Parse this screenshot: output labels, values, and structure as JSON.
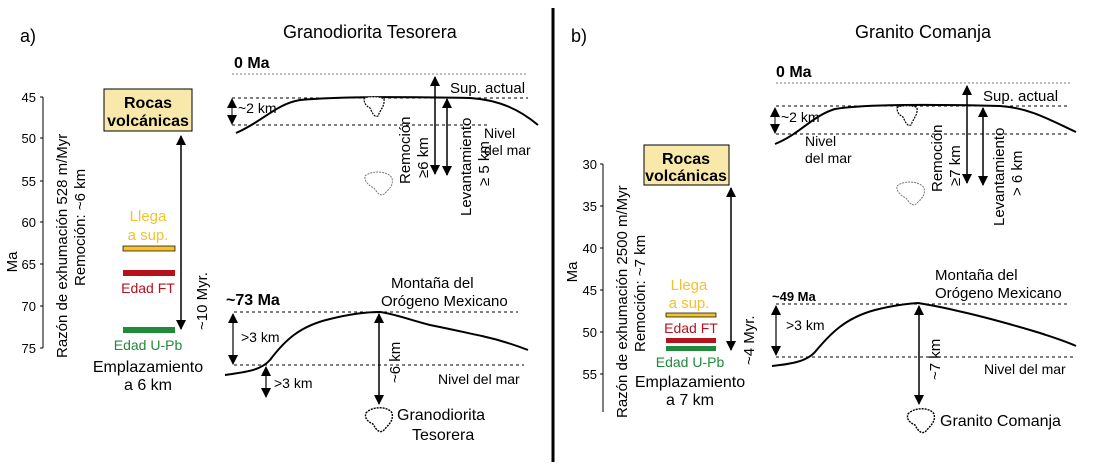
{
  "panels": [
    {
      "letter": "a)",
      "title": "Granodiorita Tesorera",
      "axis_label": "Ma",
      "ticks": [
        "45",
        "50",
        "55",
        "60",
        "65",
        "70",
        "75"
      ],
      "rate_line1": "Razón de exhumación  528 m/Myr",
      "rate_line2": "Remoción: ~6 km",
      "volc_line1": "Rocas",
      "volc_line2": "volcánicas",
      "arrives_line1": "Llega",
      "arrives_line2": "a sup.",
      "ft_label": "Edad FT",
      "upb_label": "Edad U-Pb",
      "emplac_line1": "Emplazamiento",
      "emplac_line2": "a 6 km",
      "interval": "~10 Myr.",
      "top_time": "0 Ma",
      "top_thickness": "~2 km",
      "sup_actual": "Sup. actual",
      "nivel_line1": "Nivel",
      "nivel_line2": "del mar",
      "removal_line1": "Remoción",
      "removal_line2": "≥6 km",
      "uplift_line1": "Levantamiento",
      "uplift_line2": "≥ 5 km",
      "bottom_time": "~73 Ma",
      "mountain_line1": "Montaña del",
      "mountain_line2": "Orógeno Mexicano",
      "thick_above": ">3 km",
      "thick_below": ">3 km",
      "depth": "~6 km",
      "nivel_bottom": "Nivel del mar",
      "pluton_line1": "Granodiorita",
      "pluton_line2": "Tesorera"
    },
    {
      "letter": "b)",
      "title": "Granito Comanja",
      "axis_label": "Ma",
      "ticks": [
        "30",
        "35",
        "40",
        "45",
        "50",
        "55"
      ],
      "rate_line1": "Razón de exhumación  2500 m/Myr",
      "rate_line2": "Remoción: ~7 km",
      "volc_line1": "Rocas",
      "volc_line2": "volcánicas",
      "arrives_line1": "Llega",
      "arrives_line2": "a sup.",
      "ft_label": "Edad FT",
      "upb_label": "Edad U-Pb",
      "emplac_line1": "Emplazamiento",
      "emplac_line2": "a 7 km",
      "interval": "~4 Myr.",
      "top_time": "0 Ma",
      "top_thickness": "~2 km",
      "sup_actual": "Sup. actual",
      "nivel_line1": "Nivel",
      "nivel_line2": "del mar",
      "removal_line1": "Remoción",
      "removal_line2": "≥7 km",
      "uplift_line1": "Levantamiento",
      "uplift_line2": "> 6 km",
      "bottom_time": "~49 Ma",
      "mountain_line1": "Montaña del",
      "mountain_line2": "Orógeno Mexicano",
      "thick_above": ">3 km",
      "depth": "~7 km",
      "nivel_bottom": "Nivel del mar",
      "pluton_line1": "Granito Comanja"
    }
  ],
  "colors": {
    "volcanic_box": "#f8e9aa",
    "arrives": "#f2c230",
    "ft": "#b5121b",
    "upb": "#1f8a3b"
  }
}
